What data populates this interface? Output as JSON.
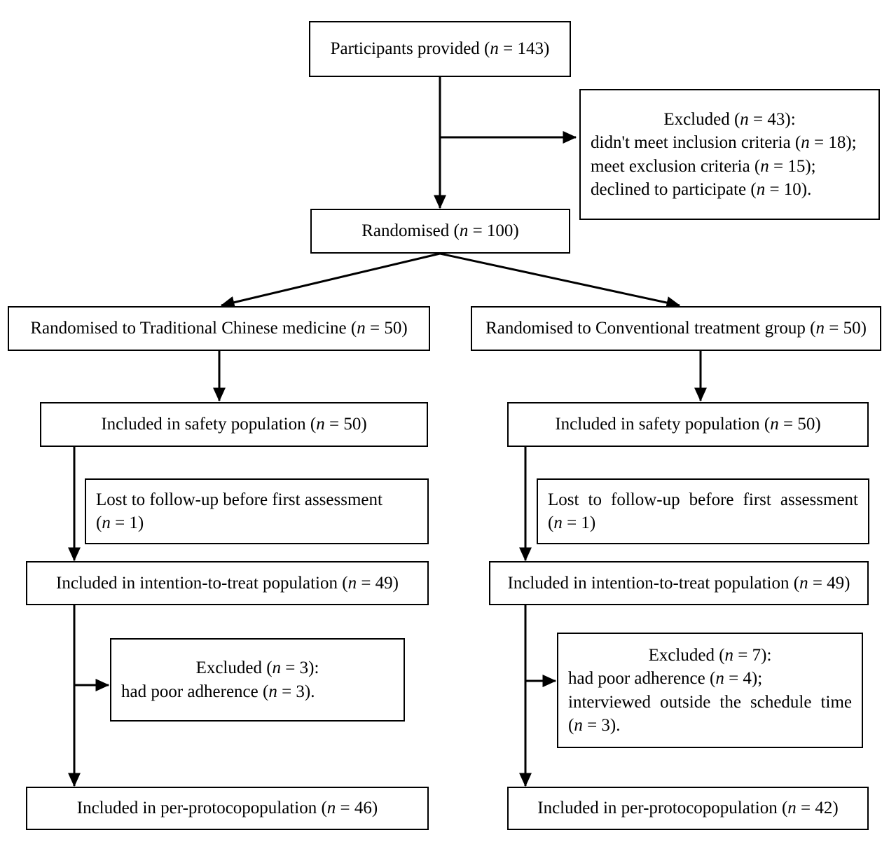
{
  "diagram": {
    "type": "consort-flow-diagram",
    "title": "CONSORT participant flow",
    "stroke_color": "#000000",
    "background_color": "#ffffff",
    "nodes": {
      "enrollment": {
        "lines": [
          {
            "text": "Participants provided (",
            "n_italic": "n",
            "n_value": " = 143)",
            "align": "center"
          }
        ],
        "full_text": "Participants provided (n = 143)"
      },
      "excluded_top": {
        "lines": [
          {
            "text": "Excluded (",
            "n_italic": "n",
            "n_value": " = 43):",
            "align": "center"
          },
          {
            "text": "didn't meet inclusion criteria (",
            "n_italic": "n",
            "n_value": " = 18);",
            "align": "left"
          },
          {
            "text": "meet exclusion criteria (",
            "n_italic": "n",
            "n_value": " = 15);",
            "align": "left"
          },
          {
            "text": "declined to participate (",
            "n_italic": "n",
            "n_value": " = 10).",
            "align": "left"
          }
        ],
        "full_text": "Excluded (n = 43): didn't meet inclusion criteria (n = 18); meet exclusion criteria (n = 15); declined to participate (n = 10)."
      },
      "randomised": {
        "lines": [
          {
            "text": "Randomised (",
            "n_italic": "n",
            "n_value": " = 100)",
            "align": "center"
          }
        ],
        "full_text": "Randomised (n = 100)"
      },
      "alloc_left": {
        "lines": [
          {
            "text": "Randomised to Traditional Chinese medicine (",
            "n_italic": "n",
            "n_value": " = 50)",
            "align": "center"
          }
        ],
        "full_text": "Randomised to Traditional Chinese medicine (n = 50)"
      },
      "alloc_right": {
        "lines": [
          {
            "text": "Randomised to Conventional treatment group (",
            "n_italic": "n",
            "n_value": " = 50)",
            "align": "center"
          }
        ],
        "full_text": "Randomised to Conventional treatment group (n = 50)"
      },
      "safety_left": {
        "lines": [
          {
            "text": "Included in safety population (",
            "n_italic": "n",
            "n_value": " = 50)",
            "align": "center"
          }
        ],
        "full_text": "Included in safety population (n = 50)"
      },
      "safety_right": {
        "lines": [
          {
            "text": "Included in safety population (",
            "n_italic": "n",
            "n_value": " = 50)",
            "align": "center"
          }
        ],
        "full_text": "Included in safety population (n = 50)"
      },
      "lost_left": {
        "lines": [
          {
            "text": "Lost to follow-up before first assessment",
            "align": "left"
          },
          {
            "text": "(",
            "n_italic": "n",
            "n_value": " = 1)",
            "align": "left"
          }
        ],
        "full_text": "Lost to follow-up before first assessment (n = 1)"
      },
      "lost_right": {
        "lines": [
          {
            "text": "Lost to follow-up before first assessment",
            "align": "justify"
          },
          {
            "text": "(",
            "n_italic": "n",
            "n_value": " = 1)",
            "align": "left"
          }
        ],
        "full_text": "Lost to follow-up before first assessment (n = 1)"
      },
      "itt_left": {
        "lines": [
          {
            "text": "Included in intention-to-treat population (",
            "n_italic": "n",
            "n_value": " = 49)",
            "align": "center"
          }
        ],
        "full_text": "Included in intention-to-treat population (n = 49)"
      },
      "itt_right": {
        "lines": [
          {
            "text": "Included in intention-to-treat population (",
            "n_italic": "n",
            "n_value": " = 49)",
            "align": "center"
          }
        ],
        "full_text": "Included in intention-to-treat population (n = 49)"
      },
      "excluded_left": {
        "lines": [
          {
            "text": "Excluded (",
            "n_italic": "n",
            "n_value": " = 3):",
            "align": "center"
          },
          {
            "text": "had poor adherence (",
            "n_italic": "n",
            "n_value": " = 3).",
            "align": "left"
          }
        ],
        "full_text": "Excluded (n = 3): had poor adherence (n = 3)."
      },
      "excluded_right": {
        "lines": [
          {
            "text": "Excluded (",
            "n_italic": "n",
            "n_value": " = 7):",
            "align": "center"
          },
          {
            "text": "had poor adherence (",
            "n_italic": "n",
            "n_value": " = 4);",
            "align": "left"
          },
          {
            "text": "interviewed outside the schedule time",
            "align": "justify"
          },
          {
            "text": "(",
            "n_italic": "n",
            "n_value": " = 3).",
            "align": "left"
          }
        ],
        "full_text": "Excluded (n = 7): had poor adherence (n = 4); interviewed outside the schedule time (n = 3)."
      },
      "pp_left": {
        "lines": [
          {
            "text": "Included in per-protocopopulation (",
            "n_italic": "n",
            "n_value": " = 46)",
            "align": "center"
          }
        ],
        "full_text": "Included in per-protocopopulation (n = 46)"
      },
      "pp_right": {
        "lines": [
          {
            "text": "Included in per-protocopopulation (",
            "n_italic": "n",
            "n_value": " = 42)",
            "align": "center"
          }
        ],
        "full_text": "Included in per-protocopopulation (n = 42)"
      }
    }
  }
}
